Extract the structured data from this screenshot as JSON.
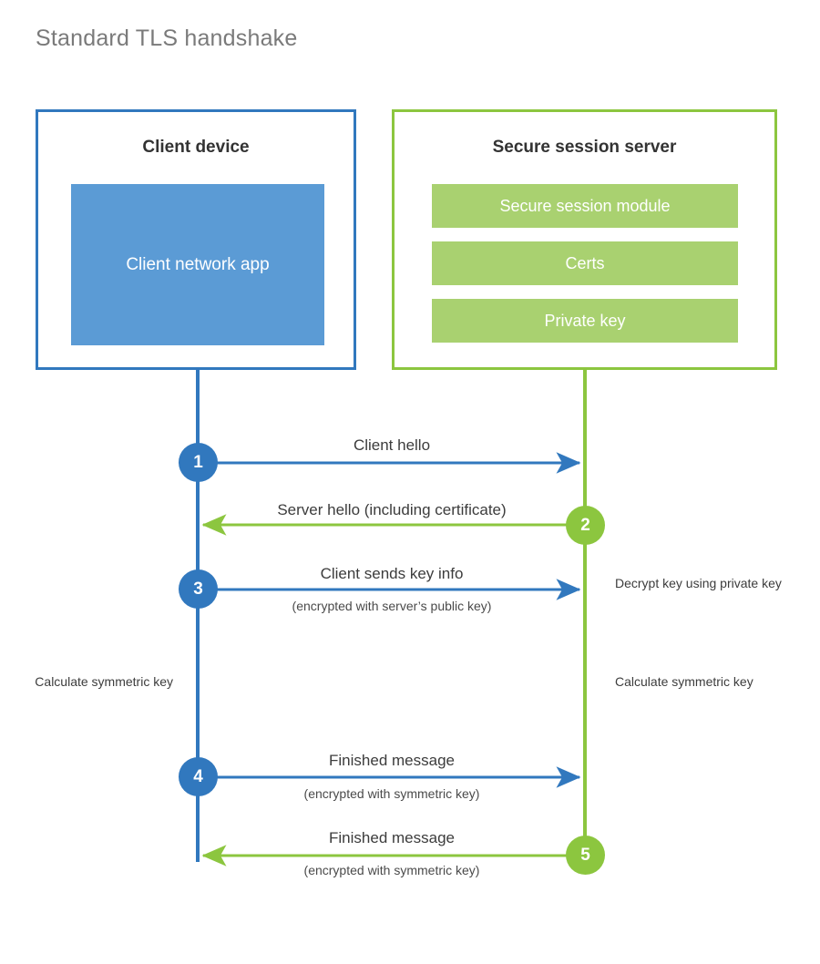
{
  "title": "Standard TLS handshake",
  "colors": {
    "client_blue": "#3178be",
    "client_app_fill": "#5b9bd5",
    "server_green": "#8cc63f",
    "server_bar_fill": "#a9d170",
    "title_gray": "#7a7a7a",
    "text": "#3c3c3c"
  },
  "client": {
    "title": "Client device",
    "app_label": "Client network app"
  },
  "server": {
    "title": "Secure session server",
    "modules": [
      "Secure session module",
      "Certs",
      "Private key"
    ]
  },
  "steps": [
    {
      "number": "1",
      "direction": "client-to-server",
      "color": "blue",
      "main": "Client hello",
      "sub": ""
    },
    {
      "number": "2",
      "direction": "server-to-client",
      "color": "green",
      "main": "Server hello (including certificate)",
      "sub": ""
    },
    {
      "number": "3",
      "direction": "client-to-server",
      "color": "blue",
      "main": "Client sends key info",
      "sub": "(encrypted with server’s public key)"
    },
    {
      "number": "4",
      "direction": "client-to-server",
      "color": "blue",
      "main": "Finished message",
      "sub": "(encrypted with symmetric key)"
    },
    {
      "number": "5",
      "direction": "server-to-client",
      "color": "green",
      "main": "Finished message",
      "sub": "(encrypted with symmetric key)"
    }
  ],
  "annotations": {
    "decrypt_key": "Decrypt key using private key",
    "client_calculate": "Calculate symmetric key",
    "server_calculate": "Calculate symmetric key"
  }
}
